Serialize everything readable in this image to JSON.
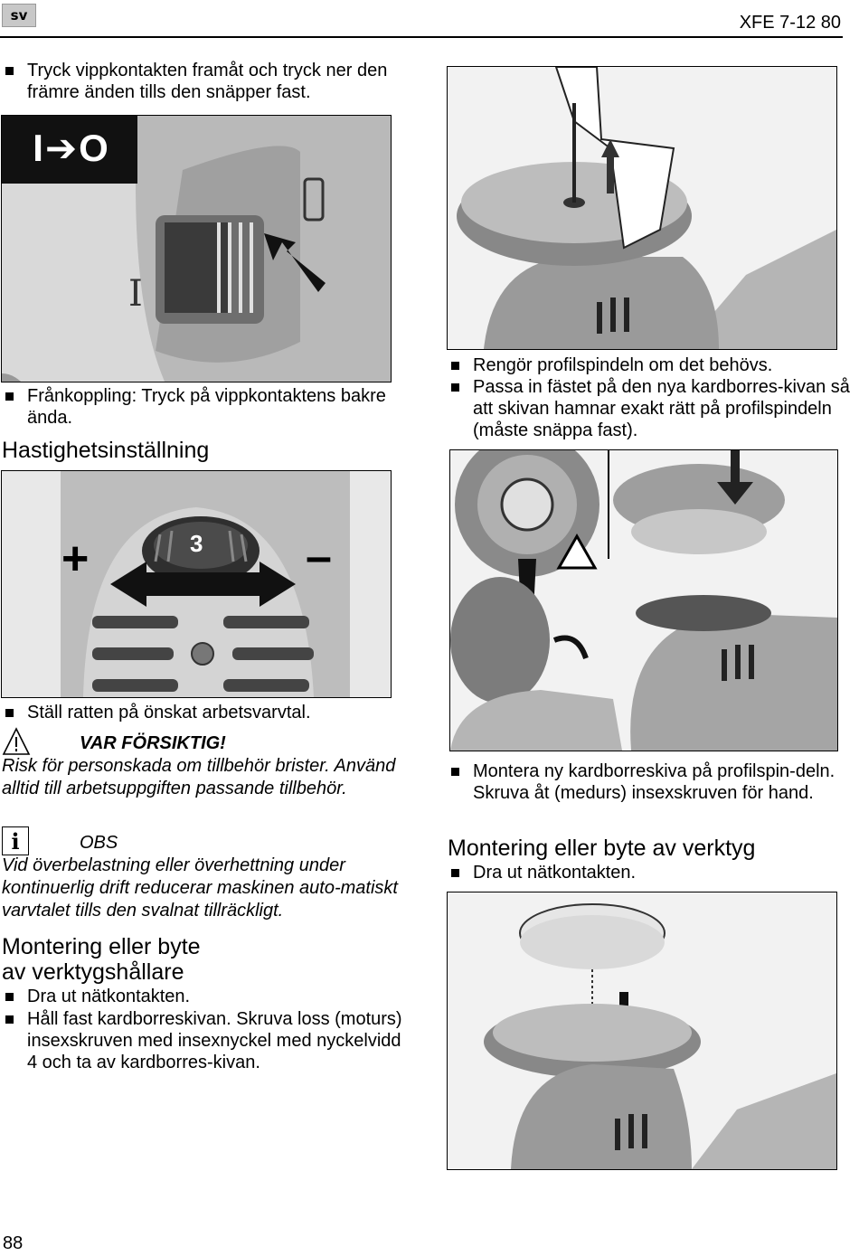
{
  "header": {
    "lang": "sv",
    "model": "XFE 7-12 80"
  },
  "left": {
    "bullet_switch_on": "Tryck vippkontakten framåt och tryck ner den främre änden tills den snäpper fast.",
    "bullet_switch_off": "Frånkoppling: Tryck på vippkontaktens bakre ända.",
    "heading_speed": "Hastighetsinställning",
    "bullet_speed": "Ställ ratten på önskat arbetsvarvtal.",
    "caution_title": "VAR FÖRSIKTIG!",
    "caution_text": "Risk för personskada om tillbehör brister. Använd alltid till arbetsuppgiften passande tillbehör.",
    "note_title": "OBS",
    "note_text": "Vid överbelastning eller överhettning under kontinuerlig drift reducerar maskinen auto-matiskt varvtalet tills den svalnat tillräckligt.",
    "heading_holder_1": "Montering eller byte",
    "heading_holder_2": "av verktygshållare",
    "bullet_unplug": "Dra ut nätkontakten.",
    "bullet_hold": "Håll fast kardborreskivan. Skruva loss (moturs) insexskruven med insexnyckel med nyckelvidd 4 och ta av kardborres-kivan."
  },
  "right": {
    "bullet_clean": "Rengör profilspindeln om det behövs.",
    "bullet_fit": "Passa in fästet på den nya kardborres-kivan så att skivan hamnar exakt rätt på profilspindeln (måste snäppa fast).",
    "bullet_mount": "Montera ny kardborreskiva på profilspin-deln. Skruva åt (medurs) insexskruven för hand.",
    "heading_tool": "Montering eller byte av verktyg",
    "bullet_unplug": "Dra ut nätkontakten."
  },
  "figures": {
    "switch_symbol": "I➔O",
    "dial_number": "3",
    "plus": "+",
    "minus": "–",
    "caution_icon": "warning-triangle",
    "note_icon": "info-i"
  },
  "footer": {
    "page": "88"
  }
}
